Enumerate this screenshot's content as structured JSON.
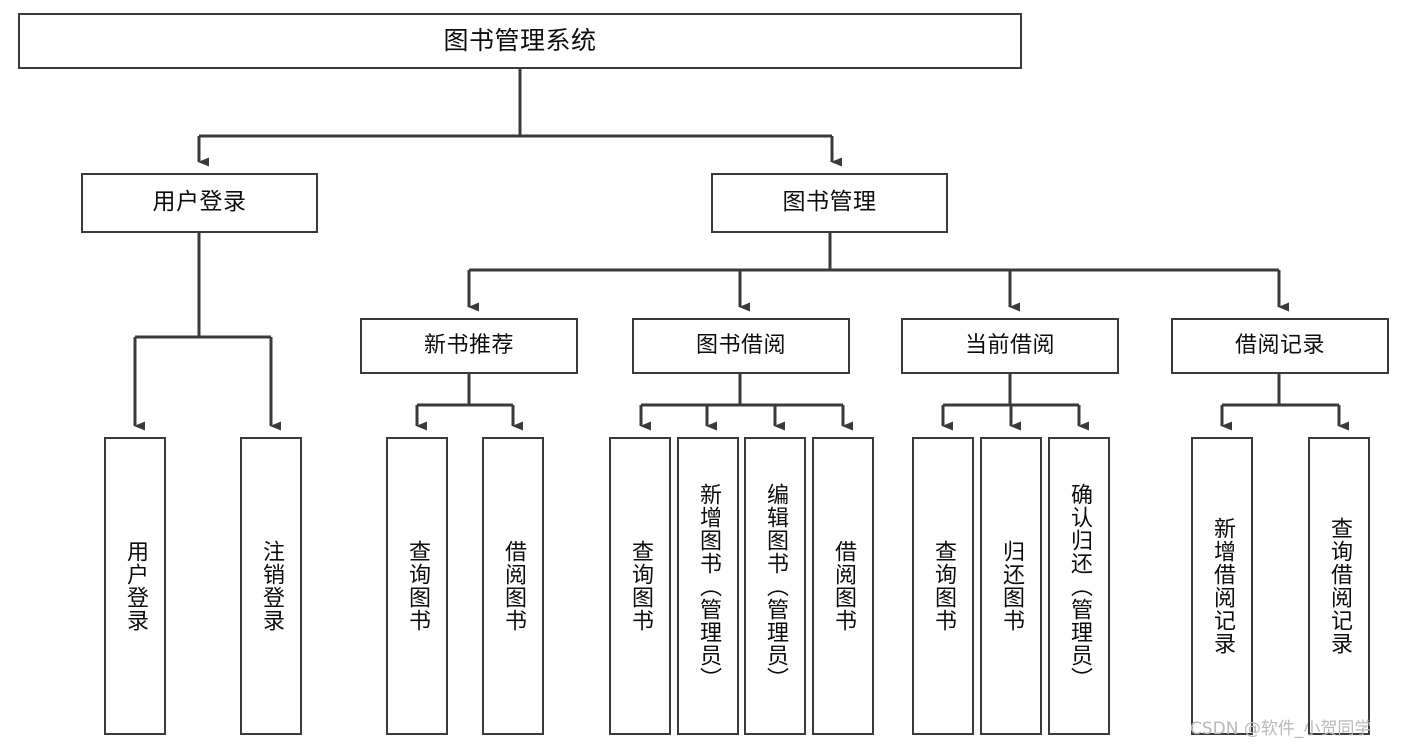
{
  "diagram": {
    "title": "图书管理系统",
    "type": "hierarchy-tree",
    "root": {
      "id": "root",
      "label": "图书管理系统"
    },
    "level1": [
      {
        "id": "user-login",
        "label": "用户登录"
      },
      {
        "id": "book-manage",
        "label": "图书管理"
      }
    ],
    "level2": [
      {
        "id": "new-book-rec",
        "label": "新书推荐"
      },
      {
        "id": "book-borrow",
        "label": "图书借阅"
      },
      {
        "id": "current-borrow",
        "label": "当前借阅"
      },
      {
        "id": "borrow-record",
        "label": "借阅记录"
      }
    ],
    "leaves": [
      {
        "id": "leaf-user-login",
        "label": "用户登录",
        "parent": "user-login"
      },
      {
        "id": "leaf-logout",
        "label": "注销登录",
        "parent": "user-login"
      },
      {
        "id": "leaf-query-book-1",
        "label": "查询图书",
        "parent": "new-book-rec"
      },
      {
        "id": "leaf-borrow-book-1",
        "label": "借阅图书",
        "parent": "new-book-rec"
      },
      {
        "id": "leaf-query-book-2",
        "label": "查询图书",
        "parent": "book-borrow"
      },
      {
        "id": "leaf-add-book",
        "label": "新增图书（管理员）",
        "parent": "book-borrow"
      },
      {
        "id": "leaf-edit-book",
        "label": "编辑图书（管理员）",
        "parent": "book-borrow"
      },
      {
        "id": "leaf-borrow-book-2",
        "label": "借阅图书",
        "parent": "book-borrow"
      },
      {
        "id": "leaf-query-book-3",
        "label": "查询图书",
        "parent": "current-borrow"
      },
      {
        "id": "leaf-return-book",
        "label": "归还图书",
        "parent": "current-borrow"
      },
      {
        "id": "leaf-confirm-return",
        "label": "确认归还（管理员）",
        "parent": "current-borrow"
      },
      {
        "id": "leaf-add-record",
        "label": "新增借阅记录",
        "parent": "borrow-record"
      },
      {
        "id": "leaf-query-record",
        "label": "查询借阅记录",
        "parent": "borrow-record"
      }
    ]
  },
  "watermark": {
    "text": "CSDN @软件_小贺同学"
  },
  "colors": {
    "border": "#3a3a3a",
    "text": "#0d0d0d",
    "background": "#ffffff",
    "watermark": "#b9b9b9"
  }
}
